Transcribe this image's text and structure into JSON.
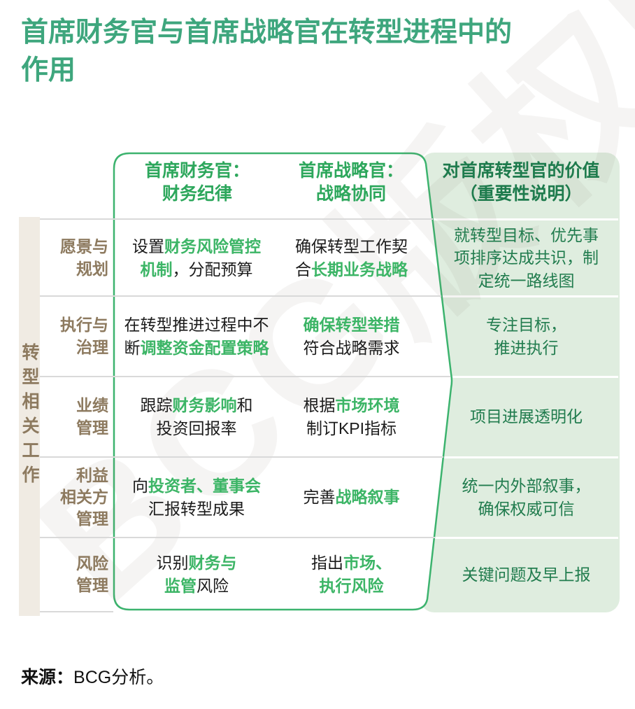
{
  "title": {
    "lines": [
      "首席财务官与首席战略官在转型进程中的",
      "作用"
    ]
  },
  "watermark": "BCG版权所有",
  "colors": {
    "title_green": "#3EA67D",
    "header_green": "#2DA75C",
    "accent_green": "#3CB566",
    "border_green": "#3CB36E",
    "panel_background": "#DFEDDF",
    "panel_text_green": "#1E7B4D",
    "label_brown": "#8D7A5F",
    "strip_beige": "#F0EBE3",
    "separator_gray": "#D9D9D9"
  },
  "table": {
    "side_label": "转型相关工作",
    "col_headers": {
      "cfo_line1": "首席财务官：",
      "cfo_line2": "财务纪律",
      "cso_line1": "首席战略官：",
      "cso_line2": "战略协同",
      "value_line1": "对首席转型官的价值",
      "value_line2": "（重要性说明）"
    },
    "rows": [
      {
        "label_lines": [
          "愿景与",
          "规划"
        ],
        "cfo_lines": [
          [
            {
              "t": "设置"
            },
            {
              "t": "财务风险管控",
              "g": true
            }
          ],
          [
            {
              "t": "机制",
              "g": true
            },
            {
              "t": "，分配预算"
            }
          ]
        ],
        "cso_lines": [
          [
            {
              "t": "确保转型工作契"
            }
          ],
          [
            {
              "t": "合"
            },
            {
              "t": "长期业务战略",
              "g": true
            }
          ]
        ],
        "value_lines": [
          "就转型目标、优先事",
          "项排序达成共识，制",
          "定统一路线图"
        ]
      },
      {
        "label_lines": [
          "执行与",
          "治理"
        ],
        "cfo_lines": [
          [
            {
              "t": "在转型推进过程中不"
            }
          ],
          [
            {
              "t": "断"
            },
            {
              "t": "调整资金配置策略",
              "g": true
            }
          ]
        ],
        "cso_lines": [
          [
            {
              "t": "确保转型举措",
              "g": true
            }
          ],
          [
            {
              "t": "符合战略需求"
            }
          ]
        ],
        "value_lines": [
          "专注目标，",
          "推进执行"
        ]
      },
      {
        "label_lines": [
          "业绩",
          "管理"
        ],
        "cfo_lines": [
          [
            {
              "t": "跟踪"
            },
            {
              "t": "财务影响",
              "g": true
            },
            {
              "t": "和"
            }
          ],
          [
            {
              "t": "投资回报率"
            }
          ]
        ],
        "cso_lines": [
          [
            {
              "t": "根据"
            },
            {
              "t": "市场环境",
              "g": true
            }
          ],
          [
            {
              "t": "制订KPI指标"
            }
          ]
        ],
        "value_lines": [
          "项目进展透明化"
        ]
      },
      {
        "label_lines": [
          "利益",
          "相关方",
          "管理"
        ],
        "cfo_lines": [
          [
            {
              "t": "向"
            },
            {
              "t": "投资者、董事会",
              "g": true
            }
          ],
          [
            {
              "t": "汇报转型成果"
            }
          ]
        ],
        "cso_lines": [
          [
            {
              "t": "完善"
            },
            {
              "t": "战略叙事",
              "g": true
            }
          ]
        ],
        "value_lines": [
          "统一内外部叙事，",
          "确保权威可信"
        ]
      },
      {
        "label_lines": [
          "风险",
          "管理"
        ],
        "cfo_lines": [
          [
            {
              "t": "识别"
            },
            {
              "t": "财务与",
              "g": true
            }
          ],
          [
            {
              "t": "监管",
              "g": true
            },
            {
              "t": "风险"
            }
          ]
        ],
        "cso_lines": [
          [
            {
              "t": "指出"
            },
            {
              "t": "市场、",
              "g": true
            }
          ],
          [
            {
              "t": "执行风险",
              "g": true
            }
          ]
        ],
        "value_lines": [
          "关键问题及早上报"
        ]
      }
    ]
  },
  "footer": {
    "source_label": "来源：",
    "source_text": "BCG分析。"
  }
}
